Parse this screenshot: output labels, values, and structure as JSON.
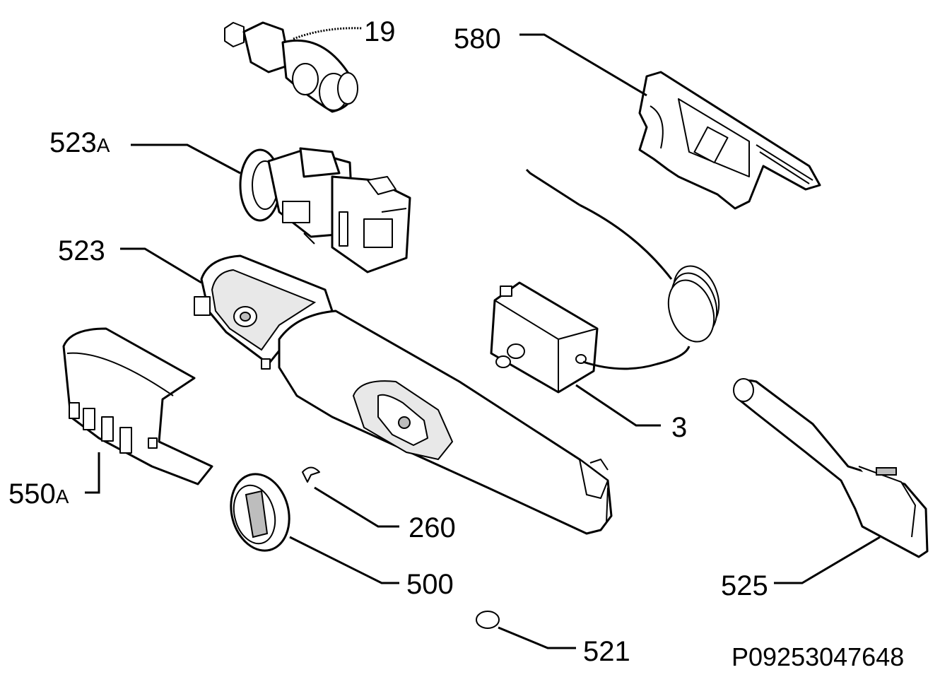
{
  "callouts": {
    "c19": "19",
    "c580": "580",
    "c523A_num": "523",
    "c523A_suffix": "A",
    "c523": "523",
    "c3": "3",
    "c550A_num": "550",
    "c550A_suffix": "A",
    "c260": "260",
    "c500": "500",
    "c525": "525",
    "c521": "521"
  },
  "drawing_ref": "P09253047648"
}
